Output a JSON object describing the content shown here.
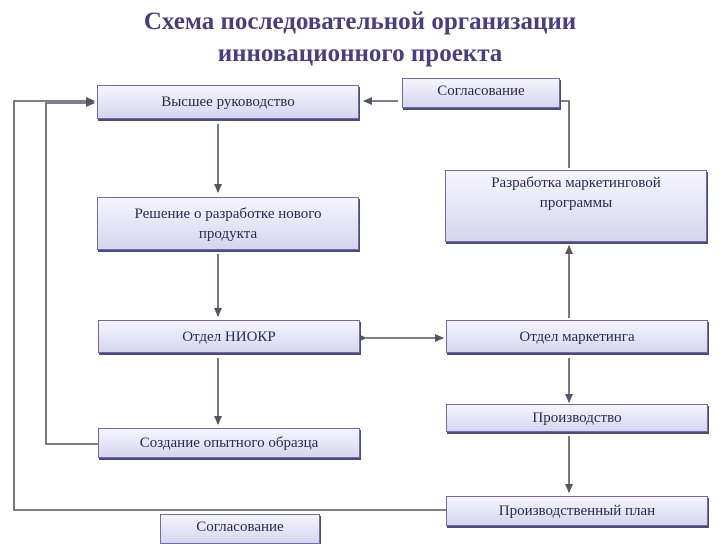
{
  "title_line1": "Схема последовательной организации",
  "title_line2": "инновационного проекта",
  "nodes": {
    "top_management": "Высшее руководство",
    "approval_top": "Согласование",
    "decision": "Решение о разработке нового продукта",
    "marketing_program": "Разработка маркетинговой программы",
    "rnd_dept": "Отдел НИОКР",
    "marketing_dept": "Отдел маркетинга",
    "production": "Производство",
    "prototype": "Создание опытного образца",
    "production_plan": "Производственный план",
    "approval_bottom": "Согласование"
  },
  "colors": {
    "line": "#555566",
    "box_border": "#6f6aa8",
    "title": "#4a3f7a"
  }
}
